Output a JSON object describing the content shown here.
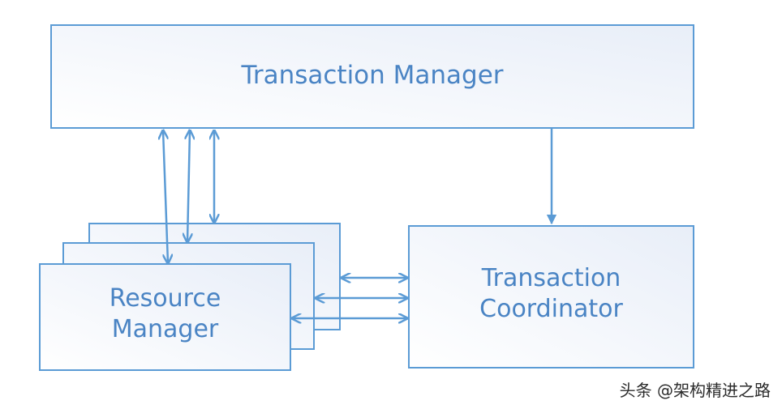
{
  "diagram": {
    "transaction_manager": {
      "label": "Transaction Manager"
    },
    "resource_manager": {
      "label_lines": [
        "Resource",
        "Manager"
      ]
    },
    "transaction_coordinator": {
      "label_lines": [
        "Transaction",
        "Coordinator"
      ]
    }
  },
  "watermark": {
    "text": "头条 @架构精进之路"
  },
  "colors": {
    "stroke": "#5b9bd5",
    "text": "#4a84c4",
    "fill_start": "#ffffff",
    "fill_end": "#e9eff8"
  }
}
